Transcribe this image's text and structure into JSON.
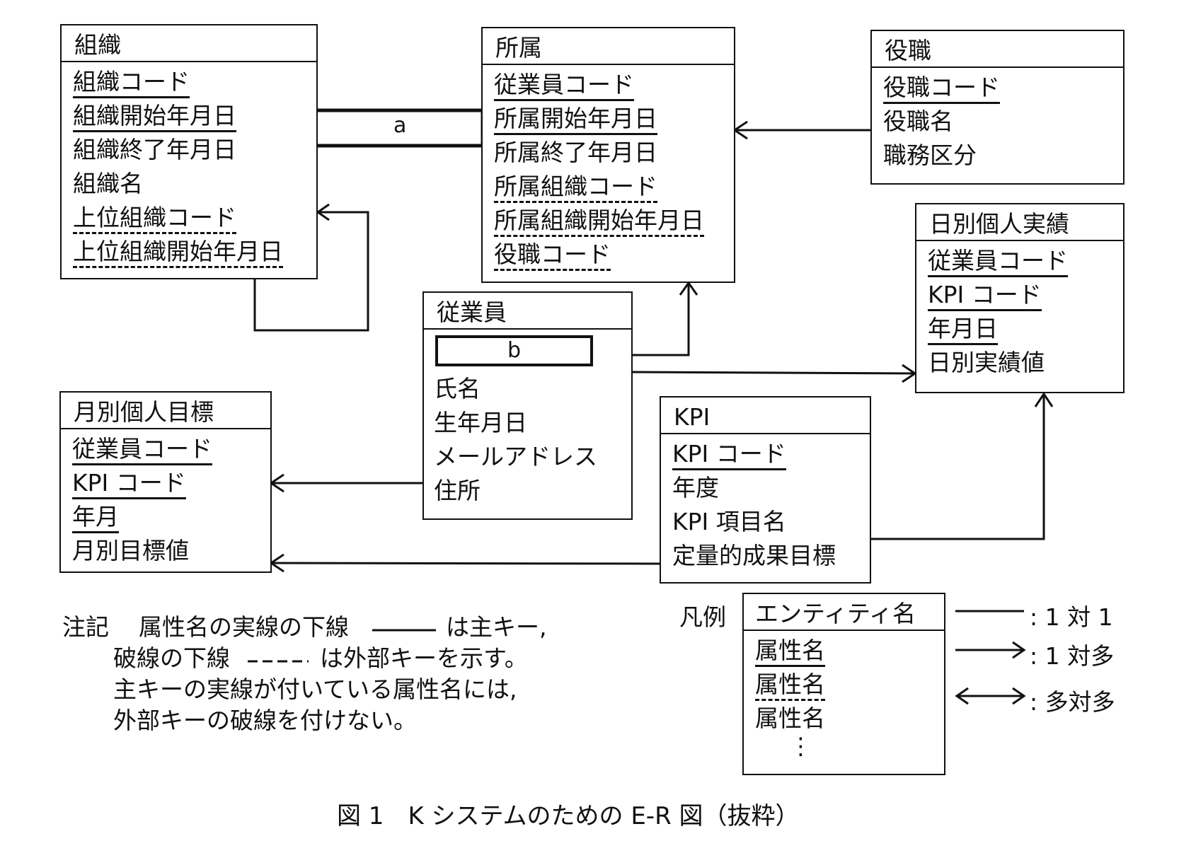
{
  "entities": {
    "soshiki": {
      "name": "組織",
      "attrs": [
        {
          "label": "組織コード",
          "key": "pk"
        },
        {
          "label": "組織開始年月日",
          "key": "pk"
        },
        {
          "label": "組織終了年月日",
          "key": "none"
        },
        {
          "label": "組織名",
          "key": "none"
        },
        {
          "label": "上位組織コード",
          "key": "fk"
        },
        {
          "label": "上位組織開始年月日",
          "key": "fk"
        }
      ]
    },
    "shozoku": {
      "name": "所属",
      "attrs": [
        {
          "label": "従業員コード",
          "key": "pk"
        },
        {
          "label": "所属開始年月日",
          "key": "pk"
        },
        {
          "label": "所属終了年月日",
          "key": "none"
        },
        {
          "label": "所属組織コード",
          "key": "fk"
        },
        {
          "label": "所属組織開始年月日",
          "key": "fk"
        },
        {
          "label": "役職コード",
          "key": "fk"
        }
      ]
    },
    "yakushoku": {
      "name": "役職",
      "attrs": [
        {
          "label": "役職コード",
          "key": "pk"
        },
        {
          "label": "役職名",
          "key": "none"
        },
        {
          "label": "職務区分",
          "key": "none"
        }
      ]
    },
    "nichibetsu": {
      "name": "日別個人実績",
      "attrs": [
        {
          "label": "従業員コード",
          "key": "pk"
        },
        {
          "label": "KPI コード",
          "key": "pk"
        },
        {
          "label": "年月日",
          "key": "pk"
        },
        {
          "label": "日別実績値",
          "key": "none"
        }
      ]
    },
    "jugyoin": {
      "name": "従業員",
      "blank_label": "b",
      "attrs": [
        {
          "label": "氏名",
          "key": "none"
        },
        {
          "label": "生年月日",
          "key": "none"
        },
        {
          "label": "メールアドレス",
          "key": "none"
        },
        {
          "label": "住所",
          "key": "none"
        }
      ]
    },
    "tsukibetsu": {
      "name": "月別個人目標",
      "attrs": [
        {
          "label": "従業員コード",
          "key": "pk"
        },
        {
          "label": "KPI コード",
          "key": "pk"
        },
        {
          "label": "年月",
          "key": "pk"
        },
        {
          "label": "月別目標値",
          "key": "none"
        }
      ]
    },
    "kpi": {
      "name": "KPI",
      "attrs": [
        {
          "label": "KPI コード",
          "key": "pk"
        },
        {
          "label": "年度",
          "key": "none"
        },
        {
          "label": "KPI 項目名",
          "key": "none"
        },
        {
          "label": "定量的成果目標",
          "key": "none"
        }
      ]
    }
  },
  "relationships": [
    {
      "from": "組織",
      "to": "所属",
      "type": "blank",
      "label": "a"
    },
    {
      "from": "組織",
      "to": "組織",
      "type": "one-to-many",
      "note": "self reference"
    },
    {
      "from": "役職",
      "to": "所属",
      "type": "one-to-many"
    },
    {
      "from": "従業員",
      "to": "所属",
      "type": "one-to-many"
    },
    {
      "from": "従業員",
      "to": "日別個人実績",
      "type": "one-to-many"
    },
    {
      "from": "従業員",
      "to": "月別個人目標",
      "type": "one-to-many"
    },
    {
      "from": "KPI",
      "to": "日別個人実績",
      "type": "one-to-many"
    },
    {
      "from": "KPI",
      "to": "月別個人目標",
      "type": "one-to-many"
    }
  ],
  "note": {
    "title": "注記",
    "line1a": "属性名の実線の下線",
    "line1b": "は主キー,",
    "line2a": "破線の下線",
    "line2b": "は外部キーを示す。",
    "line3": "主キーの実線が付いている属性名には,",
    "line4": "外部キーの破線を付けない。"
  },
  "legend": {
    "title": "凡例",
    "entity_name": "エンティティ名",
    "attrs": [
      "属性名",
      "属性名",
      "属性名"
    ],
    "ellipsis": "⋮",
    "one_to_one": ": 1 対 1",
    "one_to_many": ": 1 対多",
    "many_to_many": ": 多対多"
  },
  "caption": "図 1　K システムのための E-R 図（抜粋）"
}
